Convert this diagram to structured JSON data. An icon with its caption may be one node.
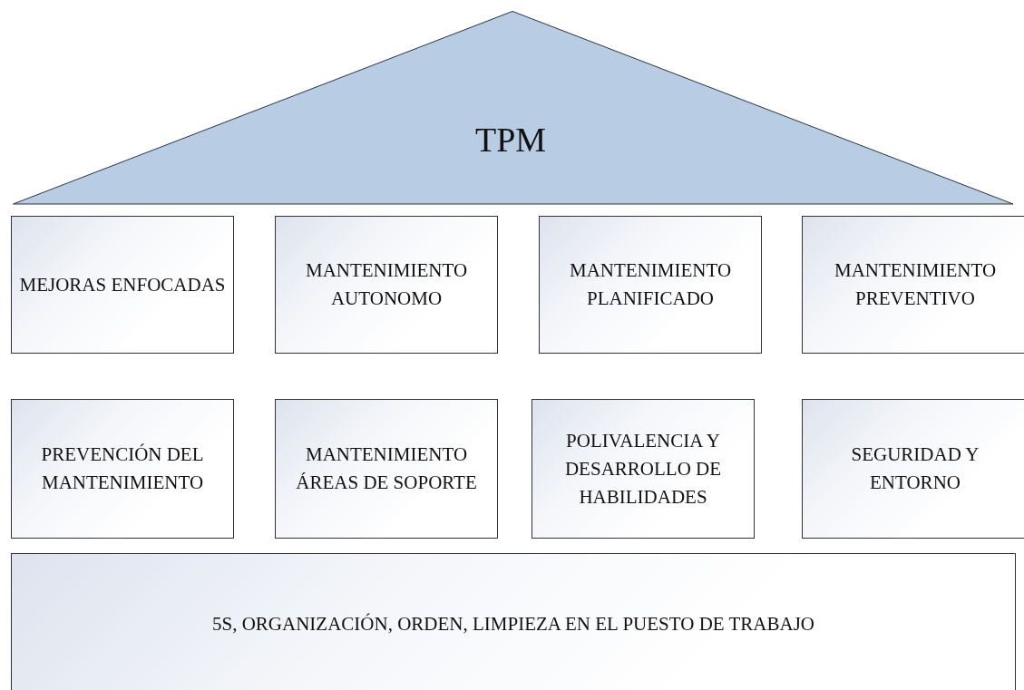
{
  "diagram": {
    "nodes": [
      {
        "text": [
          "TPM"
        ]
      },
      {
        "text": [
          "MEJORAS ENFOCADAS"
        ]
      },
      {
        "text": [
          "MANTENIMIENTO AUTONOMO"
        ]
      },
      {
        "text": [
          "MANTENIMIENTO PLANIFICADO"
        ]
      },
      {
        "text": [
          "MANTENIMIENTO PREVENTIVO"
        ]
      },
      {
        "text": [
          "PREVENCIÓN DEL MANTENIMIENTO"
        ]
      },
      {
        "text": [
          "MANTENIMIENTO ÁREAS DE SOPORTE"
        ]
      },
      {
        "text": [
          "POLIVALENCIA Y DESARROLLO DE HABILIDADES"
        ]
      },
      {
        "text": [
          "SEGURIDAD Y ENTORNO"
        ]
      },
      {
        "text": [
          "5S, ORGANIZACIÓN, ORDEN, LIMPIEZA EN EL PUESTO DE TRABAJO"
        ]
      }
    ]
  }
}
